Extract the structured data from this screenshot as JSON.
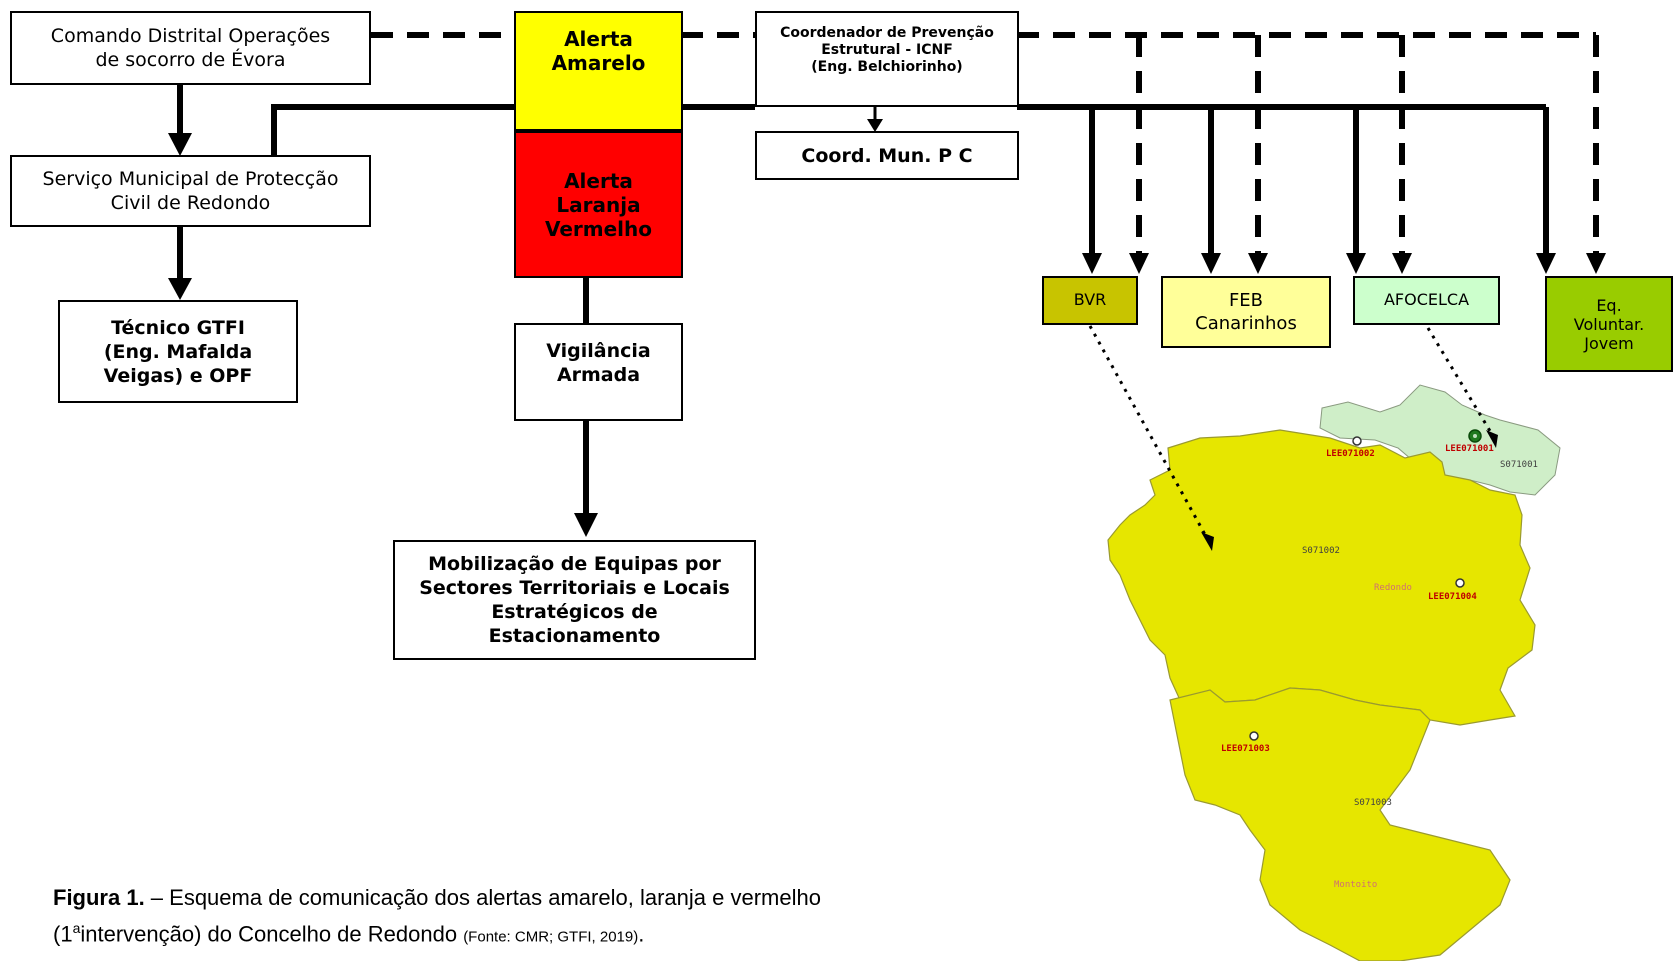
{
  "colors": {
    "yellow_alert": "#ffff00",
    "red_alert": "#ff0000",
    "bvr": "#c8c400",
    "feb": "#ffff99",
    "afocelca": "#ccffcc",
    "eq_voluntar": "#99cc00",
    "map_yellow": "#e6e600",
    "map_green": "#cfeec8",
    "connector": "#000000"
  },
  "boxes": {
    "comando": [
      "Comando Distrital Operações",
      "de socorro de Évora"
    ],
    "servico": [
      "Serviço Municipal de Protecção",
      "Civil de Redondo"
    ],
    "tecnico": [
      "Técnico GTFI",
      "(Eng. Mafalda",
      "Veigas) e OPF"
    ],
    "alerta_amarelo": [
      "Alerta",
      "Amarelo"
    ],
    "alerta_laranja": [
      "Alerta",
      "Laranja",
      "Vermelho"
    ],
    "vigilancia": [
      "Vigilância",
      "Armada"
    ],
    "mobilizacao": [
      "Mobilização de Equipas por",
      "Sectores Territoriais e Locais",
      "Estratégicos de",
      "Estacionamento"
    ],
    "coordenador": [
      "Coordenador de Prevenção",
      "Estrutural - ICNF",
      "(Eng. Belchiorinho)"
    ],
    "coord_mun": [
      "Coord. Mun. P C"
    ],
    "bvr": [
      "BVR"
    ],
    "feb": [
      "FEB",
      "Canarinhos"
    ],
    "afocelca": [
      "AFOCELCA"
    ],
    "eq_voluntar": [
      "Eq.",
      "Voluntar.",
      "Jovem"
    ]
  },
  "map": {
    "labels": {
      "lee071002": "LEE071002",
      "lee071001": "LEE071001",
      "s071001": "S071001",
      "s071002": "S071002",
      "redondo": "Redondo",
      "lee071004": "LEE071004",
      "lee071003": "LEE071003",
      "s071003": "S071003",
      "montoito": "Montoito"
    }
  },
  "caption": {
    "bold": "Figura 1.",
    "text": " – Esquema de comunicação dos alertas amarelo, laranja e vermelho",
    "line2_pre": "(1",
    "superscript": "a",
    "line2_text": "intervenção) do Concelho de Redondo ",
    "source": "(Fonte: CMR; GTFI, 2019)",
    "end": "."
  }
}
